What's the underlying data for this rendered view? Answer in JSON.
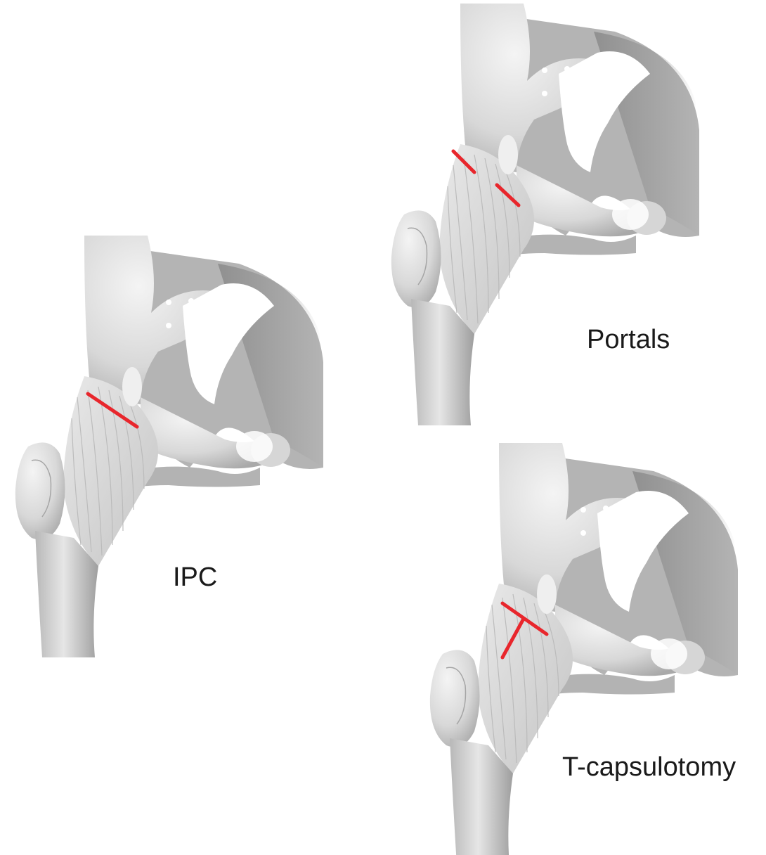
{
  "figure": {
    "panels": [
      {
        "id": "ipc",
        "label": "IPC",
        "incision": "single-line"
      },
      {
        "id": "portals",
        "label": "Portals",
        "incision": "two-lines"
      },
      {
        "id": "t-capsulotomy",
        "label": "T-capsulotomy",
        "incision": "t-shape"
      }
    ],
    "incision_color": "#e8262c"
  }
}
